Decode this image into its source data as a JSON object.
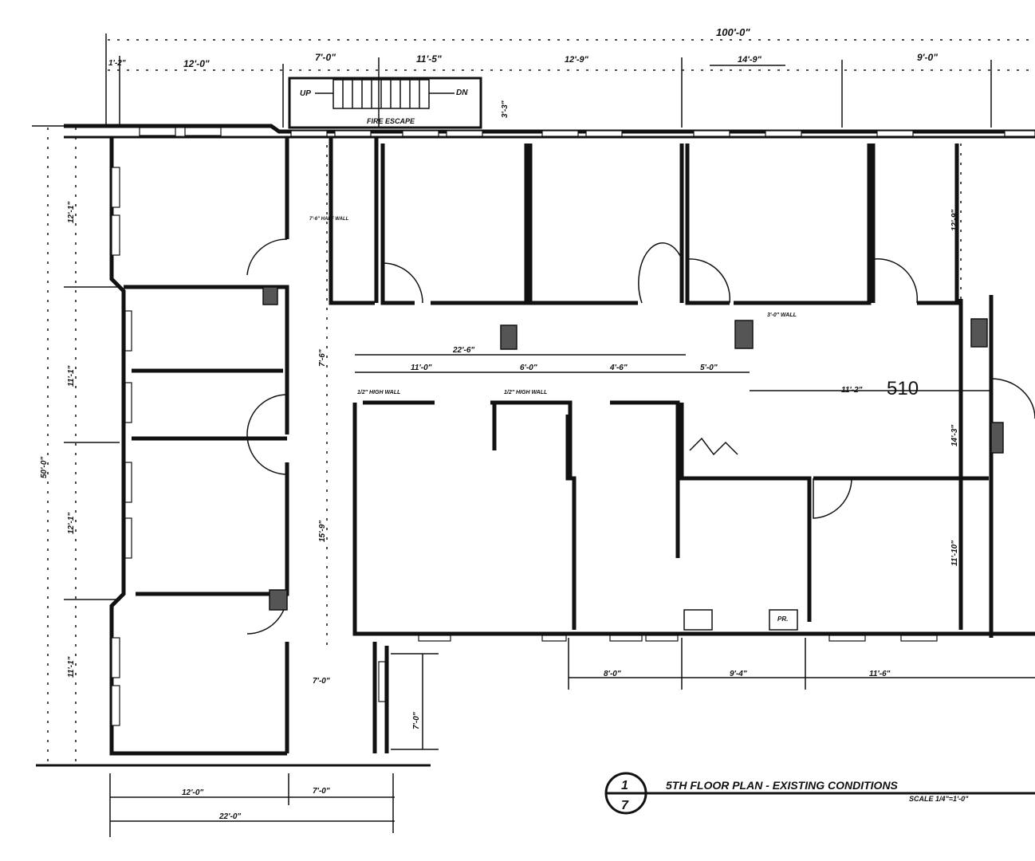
{
  "drawing": {
    "overall_dimension": "100'-0\"",
    "top_dimensions": [
      "1'-2\"",
      "12'-0\"",
      "7'-0\"",
      "11'-5\"",
      "12'-9\"",
      "14'-9\"",
      "9'-0\""
    ],
    "stair": {
      "up": "UP",
      "down": "DN",
      "label": "FIRE ESCAPE",
      "depth": "3'-3\""
    },
    "room_number": "510",
    "room_dim": "11'-2\"",
    "interior_dims": {
      "overall": "22'-6\"",
      "a": "11'-0\"",
      "b": "6'-0\"",
      "c": "4'-6\"",
      "d": "5'-0\""
    },
    "notes": {
      "half_wall_1": "1/2\" HIGH WALL",
      "half_wall_2": "1/2\" HIGH WALL",
      "wall_3": "3'-0\" WALL",
      "wall_left": "7'-6\" HALF WALL"
    },
    "left_dims": {
      "overall": "50'-0\"",
      "d1": "12'-1\"",
      "d2": "11'-1\"",
      "d3": "12'-1\"",
      "d4": "11'-1\""
    },
    "corridor_dims": {
      "upper": "7'-6\"",
      "lower": "15'-9\""
    },
    "right_dims": {
      "d1": "12'-9\"",
      "d2": "14'-3\"",
      "d3": "11'-10\""
    },
    "bottom_dims": {
      "stub": "7'-0\"",
      "b1": "8'-0\"",
      "b2": "9'-4\"",
      "b3": "11'-6\"",
      "vert": "7'-0\""
    },
    "base_dims": {
      "left": "12'-0\"",
      "right": "7'-0\"",
      "overall": "22'-0\""
    },
    "equipment_label": "PR."
  },
  "title_block": {
    "detail_number": "1",
    "sheet_number": "7",
    "title": "5TH FLOOR PLAN - EXISTING CONDITIONS",
    "scale": "SCALE 1/4\"=1'-0\""
  }
}
